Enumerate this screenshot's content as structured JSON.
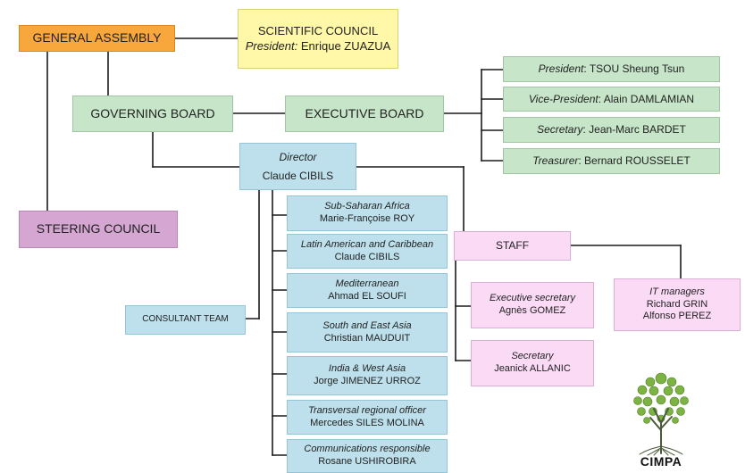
{
  "general_assembly": "GENERAL ASSEMBLY",
  "scientific_council": {
    "title": "SCIENTIFIC COUNCIL",
    "role": "President:",
    "name": "Enrique ZUAZUA"
  },
  "governing_board": "GOVERNING BOARD",
  "executive_board": "EXECUTIVE BOARD",
  "steering_council": "STEERING COUNCIL",
  "executive_members": [
    {
      "role": "President",
      "sep": ": ",
      "name": "TSOU Sheung Tsun"
    },
    {
      "role": "Vice-President",
      "sep": ": ",
      "name": "Alain DAMLAMIAN"
    },
    {
      "role": "Secretary",
      "sep": ": ",
      "name": "Jean-Marc BARDET"
    },
    {
      "role": "Treasurer",
      "sep": ": ",
      "name": "Bernard ROUSSELET"
    }
  ],
  "director": {
    "role": "Director",
    "name": "Claude CIBILS"
  },
  "consultant_team": "CONSULTANT TEAM",
  "regional": [
    {
      "role": "Sub-Saharan Africa",
      "name": "Marie-Françoise ROY"
    },
    {
      "role": "Latin American and Caribbean",
      "name": "Claude CIBILS"
    },
    {
      "role": "Mediterranean",
      "name": "Ahmad EL SOUFI"
    },
    {
      "role": "South and East Asia",
      "name": "Christian MAUDUIT"
    },
    {
      "role": "India & West Asia",
      "name": "Jorge JIMENEZ URROZ"
    },
    {
      "role": "Transversal regional officer",
      "name": "Mercedes SILES MOLINA"
    },
    {
      "role": "Communications responsible",
      "name": "Rosane USHIROBIRA"
    }
  ],
  "staff": {
    "title": "STAFF",
    "executive_secretary": {
      "role": "Executive secretary",
      "name": "Agnès GOMEZ"
    },
    "secretary": {
      "role": "Secretary",
      "name": "Jeanick ALLANIC"
    },
    "it_managers": {
      "role": "IT managers",
      "names": [
        "Richard GRIN",
        "Alfonso PEREZ"
      ]
    }
  },
  "logo": {
    "text": "CIMPA",
    "icon": "tree-icon"
  },
  "colors": {
    "general_assembly": "#f7a73c",
    "scientific_council": "#fff8a8",
    "boards": "#c7e6c9",
    "steering_council": "#d4a6d1",
    "direction": "#bde0ec",
    "staff": "#fadaf5",
    "lines": "#1a1a1a"
  }
}
